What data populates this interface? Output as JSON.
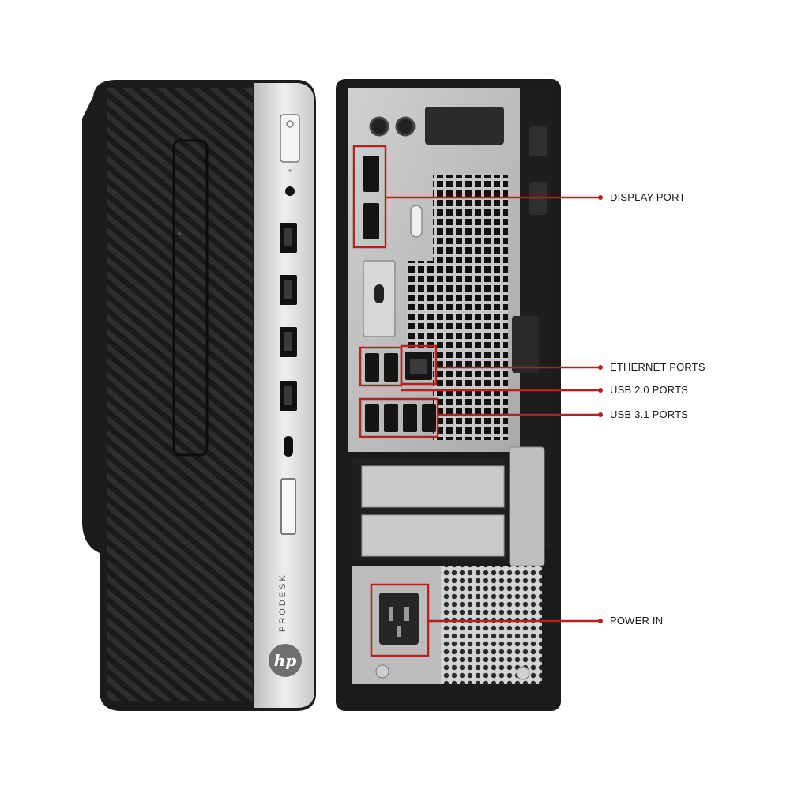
{
  "image": {
    "description_type": "product-photo",
    "front_panel": {
      "brand_text": "PRODESK",
      "logo_text": "hp"
    },
    "rear_panel": {
      "callouts": [
        {
          "id": "display-port",
          "label": "DISPLAY PORT"
        },
        {
          "id": "ethernet-ports",
          "label": "ETHERNET PORTS"
        },
        {
          "id": "usb-2-ports",
          "label": "USB 2.0 PORTS"
        },
        {
          "id": "usb-3-ports",
          "label": "USB 3.1 PORTS"
        },
        {
          "id": "power-in",
          "label": "POWER IN"
        }
      ]
    },
    "colors": {
      "highlight": "#b52020",
      "front_silver": "#d9d9d9",
      "case_black": "#1e1e1e",
      "chassis_gray": "#b9b9b9"
    }
  }
}
